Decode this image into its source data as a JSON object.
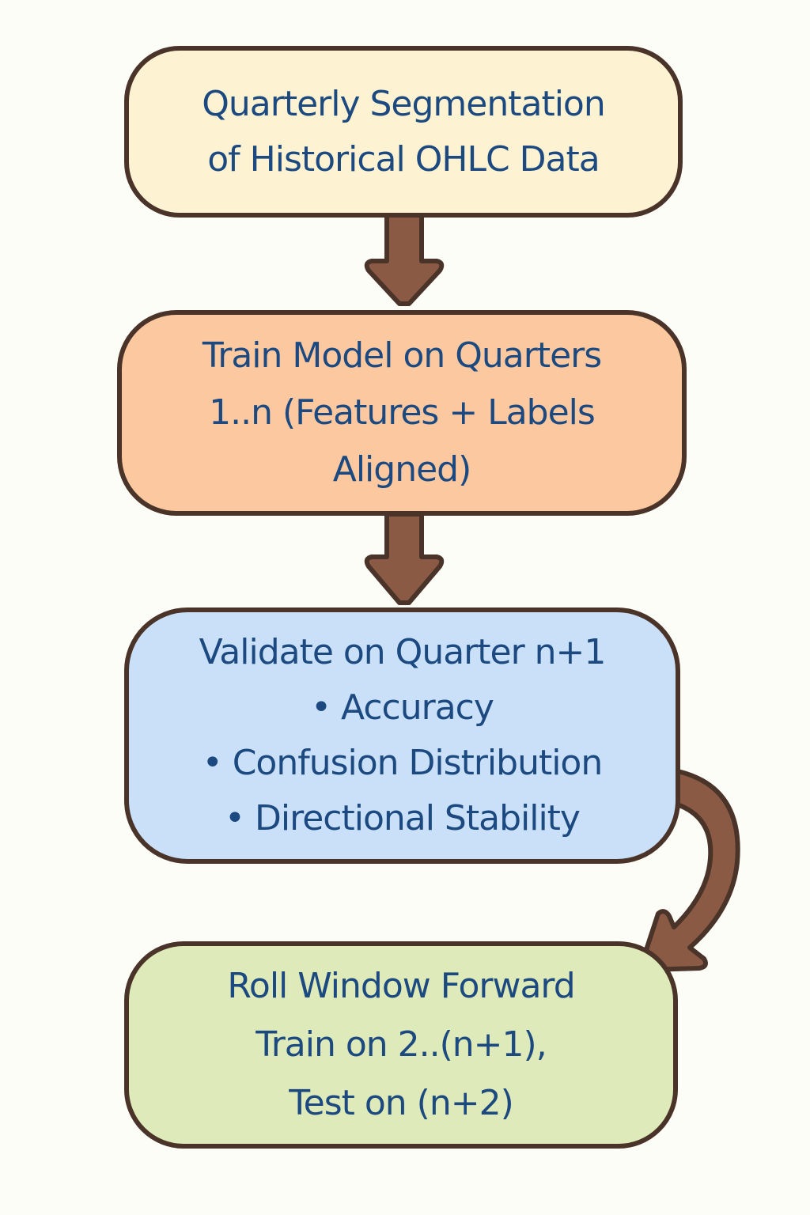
{
  "diagram": {
    "type": "flowchart",
    "colors": {
      "background": "#fdfdf8",
      "border": "#4a3328",
      "arrow_fill": "#8a5a44",
      "text": "#1c4a80",
      "step1_fill": "#fdf3d3",
      "step2_fill": "#fcc8a0",
      "step3_fill": "#c9e0f8",
      "step4_fill": "#deeab9"
    },
    "steps": [
      {
        "id": "step1",
        "lines": [
          "Quarterly Segmentation",
          "of Historical OHLC Data"
        ]
      },
      {
        "id": "step2",
        "lines": [
          "Train Model on Quarters",
          "1..n (Features + Labels",
          "Aligned)"
        ]
      },
      {
        "id": "step3",
        "lines": [
          "Validate on Quarter n+1",
          "• Accuracy",
          "• Confusion Distribution",
          "• Directional Stability"
        ]
      },
      {
        "id": "step4",
        "lines": [
          "Roll Window Forward",
          "Train on 2..(n+1),",
          "Test on (n+2)"
        ]
      }
    ],
    "connections": [
      {
        "from": "step1",
        "to": "step2",
        "style": "straight-down-arrow"
      },
      {
        "from": "step2",
        "to": "step3",
        "style": "straight-down-arrow"
      },
      {
        "from": "step3",
        "to": "step4",
        "style": "curved-arrow"
      }
    ]
  }
}
